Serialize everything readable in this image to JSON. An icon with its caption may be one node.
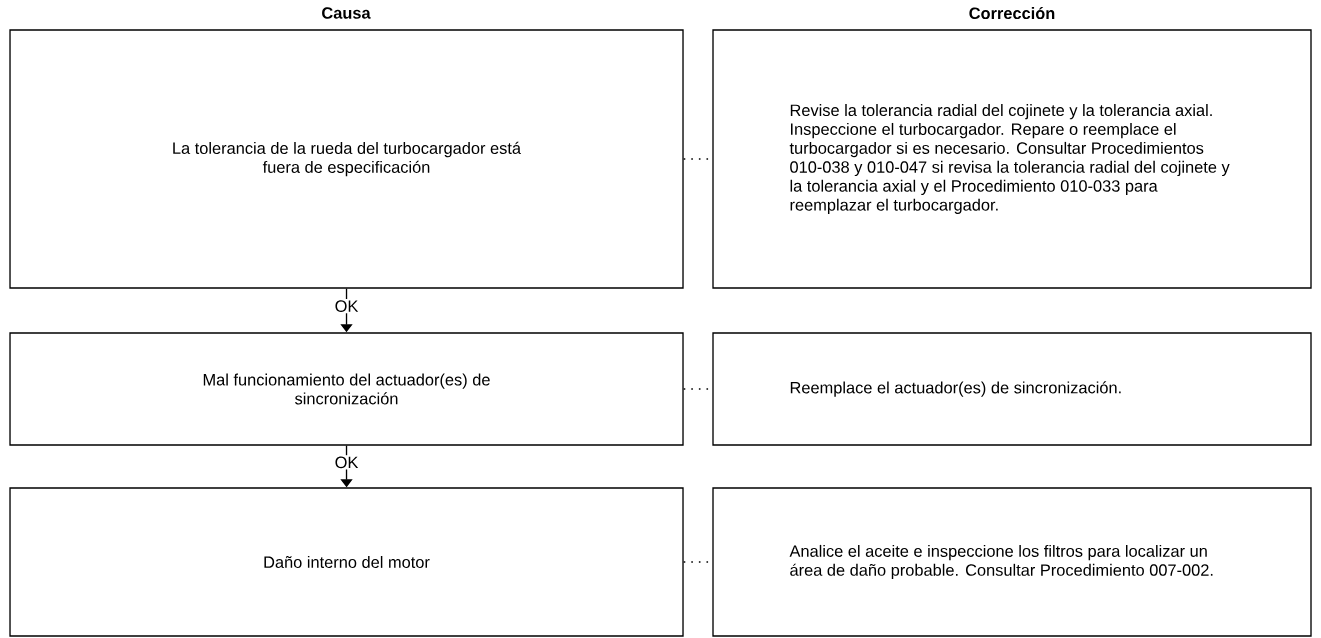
{
  "diagram": {
    "nodes": [
      {
        "text": [
          "La tolerancia de la rueda del turbocargador está fuera de especificación"
        ]
      },
      {
        "text": [
          "Revise la tolerancia radial del cojinete y la tolerancia axial. Inspeccione el turbocargador. Repare o reemplace el turbocargador si es necesario. Consultar Procedimientos 010-038 y 010-047 si revisa la tolerancia radial del cojinete y la tolerancia axial y el Procedimiento 010-033 para reemplazar el turbocargador."
        ]
      },
      {
        "text": [
          "Mal funcionamiento del actuador(es) de sincronización"
        ]
      },
      {
        "text": [
          "Reemplace el actuador(es) de sincronización."
        ]
      },
      {
        "text": [
          "Daño interno del motor"
        ]
      },
      {
        "text": [
          "Analice el aceite e inspeccione los filtros para localizar un área de daño probable. Consultar Procedimiento 007-002."
        ]
      }
    ],
    "edges": [
      {
        "from": 0,
        "to": 1,
        "arrow": "none",
        "style": "dashed"
      },
      {
        "from": 0,
        "to": 2,
        "arrow": "to",
        "label": "OK"
      },
      {
        "from": 2,
        "to": 3,
        "arrow": "none",
        "style": "dashed"
      },
      {
        "from": 2,
        "to": 4,
        "arrow": "to",
        "label": "OK"
      },
      {
        "from": 4,
        "to": 5,
        "arrow": "none",
        "style": "dashed"
      }
    ],
    "labels": [
      "Causa",
      "Corrección"
    ]
  }
}
